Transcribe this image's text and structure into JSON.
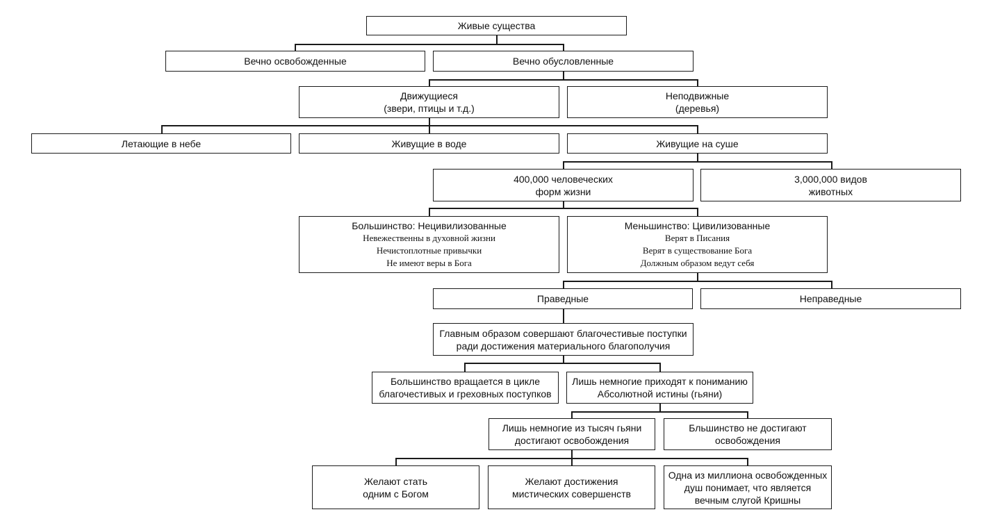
{
  "nodes": {
    "n_root": [
      "Живые существа"
    ],
    "n_lib": [
      "Вечно освобожденные"
    ],
    "n_cond": [
      "Вечно обусловленные"
    ],
    "n_moving": [
      "Движущиеся",
      "(звери, птицы и т.д.)"
    ],
    "n_static": [
      "Неподвижные",
      "(деревья)"
    ],
    "n_air": [
      "Летающие в небе"
    ],
    "n_water": [
      "Живущие в воде"
    ],
    "n_land": [
      "Живущие на суше"
    ],
    "n_human": [
      "400,000 человеческих",
      "форм жизни"
    ],
    "n_animals": [
      "3,000,000 видов",
      "животных"
    ],
    "n_uncivil": [
      "Большинство: Нецивилизованные",
      "Невежественны в духовной жизни",
      "Нечистоплотные привычки",
      "Не имеют веры в Бога"
    ],
    "n_civil": [
      "Меньшинство: Цивилизованные",
      "Верят в Писания",
      "Верят в существование Бога",
      "Должным образом ведут себя"
    ],
    "n_righteous": [
      "Праведные"
    ],
    "n_unrighteous": [
      "Неправедные"
    ],
    "n_pious": [
      "Главным образом совершают благочестивые поступки",
      "ради достижения материального благополучия"
    ],
    "n_cycle": [
      "Большинство вращается в цикле",
      "благочестивых и греховных поступков"
    ],
    "n_few": [
      "Лишь немногие приходят к пониманию",
      "Абсолютной истины (гьяни)"
    ],
    "n_fewlib": [
      "Лишь немногие из тысяч гьяни",
      "достигают освобождения"
    ],
    "n_mostno": [
      "Бльшинство не достигают",
      "освобождения"
    ],
    "n_one": [
      "Желают стать",
      "одним с Богом"
    ],
    "n_mystic": [
      "Желают достижения",
      "мистических совершенств"
    ],
    "n_servant": [
      "Одна из миллиона освобожденных",
      "душ понимает, что является",
      "вечным слугой Кришны"
    ]
  }
}
